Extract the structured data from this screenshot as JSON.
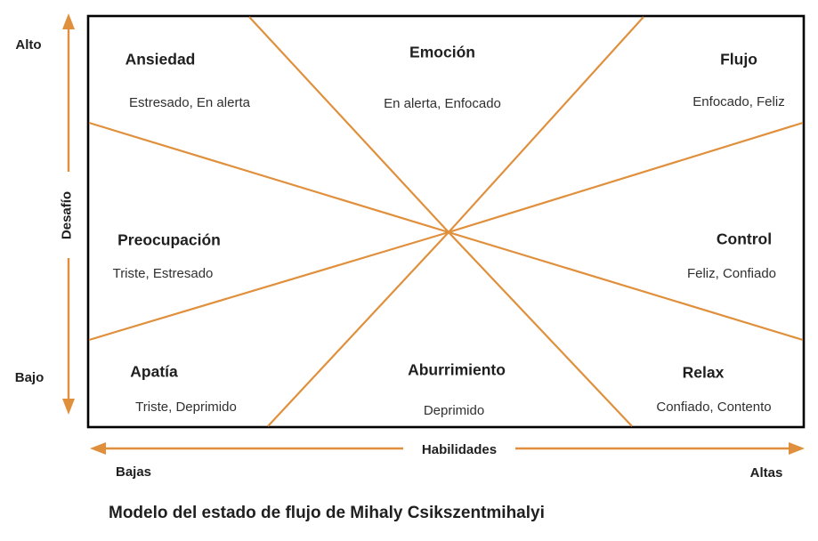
{
  "title": "Modelo del estado de flujo de Mihaly Csikszentmihalyi",
  "colors": {
    "accent_orange": "#E0903C",
    "border_black": "#000000",
    "text_black": "#1f1f1f"
  },
  "axes": {
    "y": {
      "label": "Desafío",
      "high": "Alto",
      "low": "Bajo"
    },
    "x": {
      "label": "Habilidades",
      "low": "Bajas",
      "high": "Altas"
    }
  },
  "regions": [
    {
      "name": "Ansiedad",
      "feelings": "Estresado, En alerta"
    },
    {
      "name": "Emoción",
      "feelings": "En alerta, Enfocado"
    },
    {
      "name": "Flujo",
      "feelings": "Enfocado, Feliz"
    },
    {
      "name": "Preocupación",
      "feelings": "Triste, Estresado"
    },
    {
      "name": "Control",
      "feelings": "Feliz, Confiado"
    },
    {
      "name": "Apatía",
      "feelings": "Triste, Deprimido"
    },
    {
      "name": "Aburrimiento",
      "feelings": "Deprimido"
    },
    {
      "name": "Relax",
      "feelings": "Confiado, Contento"
    }
  ]
}
